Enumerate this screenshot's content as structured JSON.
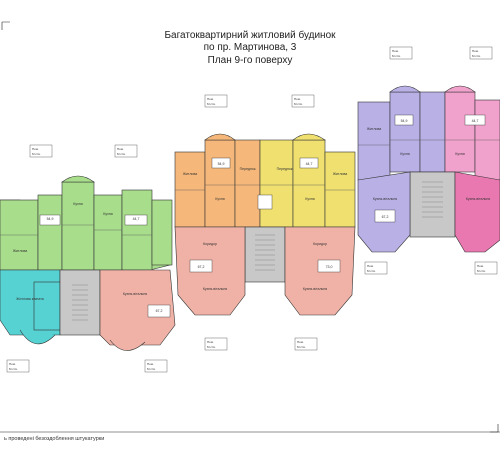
{
  "title": {
    "line1": "Багатоквартирний житловий будинок",
    "line2": "по пр. Мартинова, 3",
    "line3": "План 9-го поверху"
  },
  "footnote": "ь проведені безоздоблення штукатурки",
  "room_labels": {
    "kitchen": "Кухня",
    "living": "Житлова",
    "hall": "Передпок.",
    "living_lower": "Житлова кімната",
    "kitchen_living": "Кухня-вітальня",
    "corridor": "Коридор"
  },
  "apartment_tags": {
    "code_a": "54,9",
    "code_b": "44,7",
    "code_c": "67,2",
    "code_d": "73,0"
  },
  "stamp": {
    "label_top": "Пом.",
    "label_bottom": "М ств."
  },
  "colors": {
    "green": "#a8dd8c",
    "cyan": "#57d2d2",
    "orange": "#f6b87a",
    "yellow": "#efe070",
    "salmon": "#f0b2a6",
    "purple": "#b9b0e6",
    "pink": "#f0a2cc",
    "magenta": "#ea78b0",
    "grey": "#c8c8c8"
  }
}
